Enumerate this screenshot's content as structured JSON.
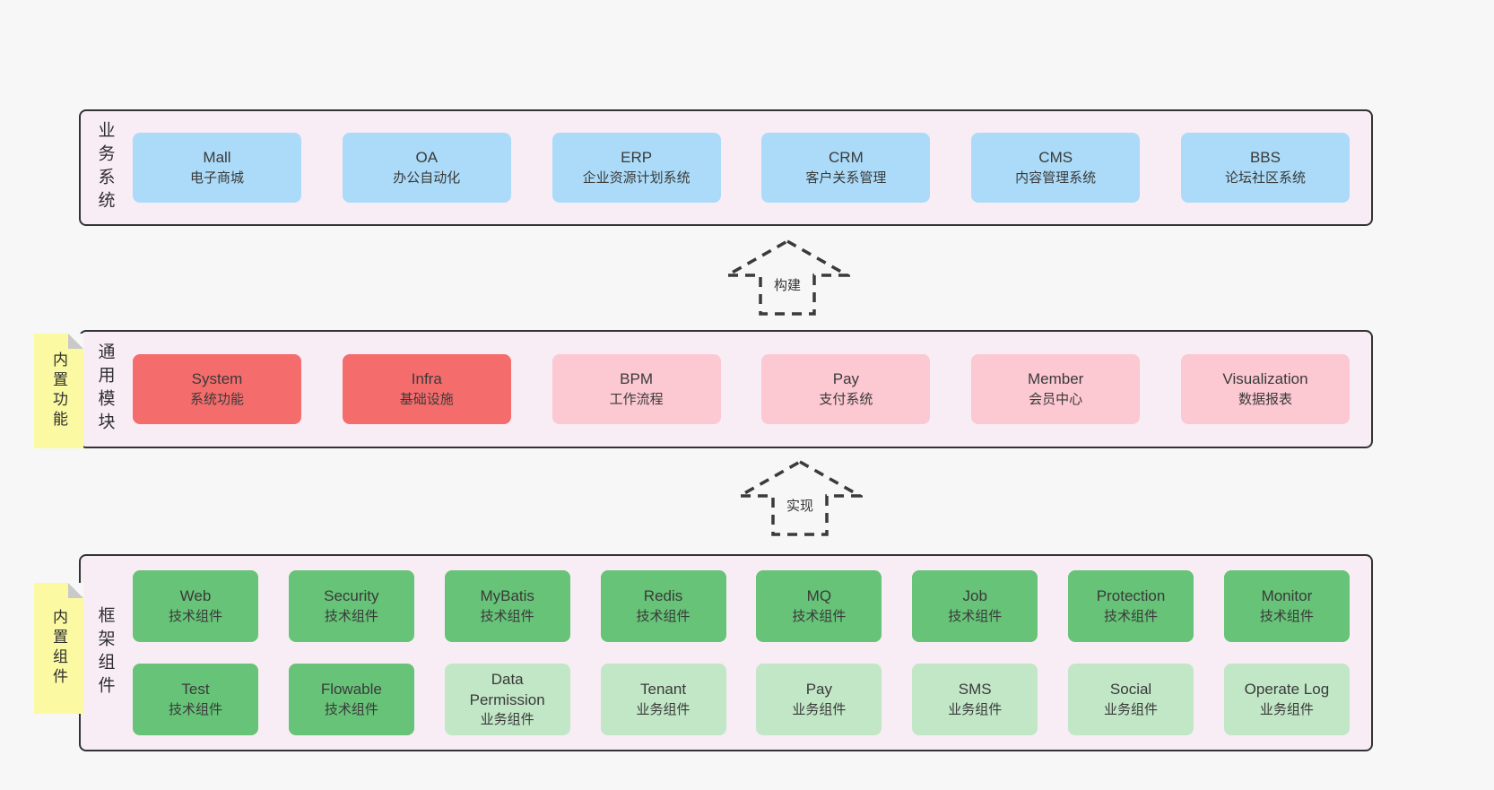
{
  "palette": {
    "page_bg": "#f7f7f7",
    "container_bg": "#f8edf5",
    "container_border": "#333333",
    "box_blue": "#abdbf8",
    "box_red": "#f56c6c",
    "box_pink": "#fcc8d2",
    "box_green": "#66c377",
    "box_light_green": "#c1e7c6",
    "note_yellow": "#fbf9a2",
    "note_fold_gray": "#c9c9c9",
    "text": "#333333"
  },
  "arrows": [
    {
      "label": "构建"
    },
    {
      "label": "实现"
    }
  ],
  "layers": [
    {
      "side_label": "业务系统",
      "boxes": [
        {
          "title": "Mall",
          "subtitle": "电子商城",
          "color": "#abdbf8"
        },
        {
          "title": "OA",
          "subtitle": "办公自动化",
          "color": "#abdbf8"
        },
        {
          "title": "ERP",
          "subtitle": "企业资源计划系统",
          "color": "#abdbf8"
        },
        {
          "title": "CRM",
          "subtitle": "客户关系管理",
          "color": "#abdbf8"
        },
        {
          "title": "CMS",
          "subtitle": "内容管理系统",
          "color": "#abdbf8"
        },
        {
          "title": "BBS",
          "subtitle": "论坛社区系统",
          "color": "#abdbf8"
        }
      ]
    },
    {
      "side_label": "通用模块",
      "sticky_label": "内置功能",
      "boxes": [
        {
          "title": "System",
          "subtitle": "系统功能",
          "color": "#f56c6c"
        },
        {
          "title": "Infra",
          "subtitle": "基础设施",
          "color": "#f56c6c"
        },
        {
          "title": "BPM",
          "subtitle": "工作流程",
          "color": "#fcc8d2"
        },
        {
          "title": "Pay",
          "subtitle": "支付系统",
          "color": "#fcc8d2"
        },
        {
          "title": "Member",
          "subtitle": "会员中心",
          "color": "#fcc8d2"
        },
        {
          "title": "Visualization",
          "subtitle": "数据报表",
          "color": "#fcc8d2"
        }
      ]
    },
    {
      "side_label": "框架组件",
      "sticky_label": "内置组件",
      "row1": [
        {
          "title": "Web",
          "subtitle": "技术组件",
          "color": "#66c377"
        },
        {
          "title": "Security",
          "subtitle": "技术组件",
          "color": "#66c377"
        },
        {
          "title": "MyBatis",
          "subtitle": "技术组件",
          "color": "#66c377"
        },
        {
          "title": "Redis",
          "subtitle": "技术组件",
          "color": "#66c377"
        },
        {
          "title": "MQ",
          "subtitle": "技术组件",
          "color": "#66c377"
        },
        {
          "title": "Job",
          "subtitle": "技术组件",
          "color": "#66c377"
        },
        {
          "title": "Protection",
          "subtitle": "技术组件",
          "color": "#66c377"
        },
        {
          "title": "Monitor",
          "subtitle": "技术组件",
          "color": "#66c377"
        }
      ],
      "row2": [
        {
          "title": "Test",
          "subtitle": "技术组件",
          "color": "#66c377"
        },
        {
          "title": "Flowable",
          "subtitle": "技术组件",
          "color": "#66c377"
        },
        {
          "title": "Data Permission",
          "subtitle": "业务组件",
          "color": "#c1e7c6"
        },
        {
          "title": "Tenant",
          "subtitle": "业务组件",
          "color": "#c1e7c6"
        },
        {
          "title": "Pay",
          "subtitle": "业务组件",
          "color": "#c1e7c6"
        },
        {
          "title": "SMS",
          "subtitle": "业务组件",
          "color": "#c1e7c6"
        },
        {
          "title": "Social",
          "subtitle": "业务组件",
          "color": "#c1e7c6"
        },
        {
          "title": "Operate Log",
          "subtitle": "业务组件",
          "color": "#c1e7c6"
        }
      ]
    }
  ]
}
